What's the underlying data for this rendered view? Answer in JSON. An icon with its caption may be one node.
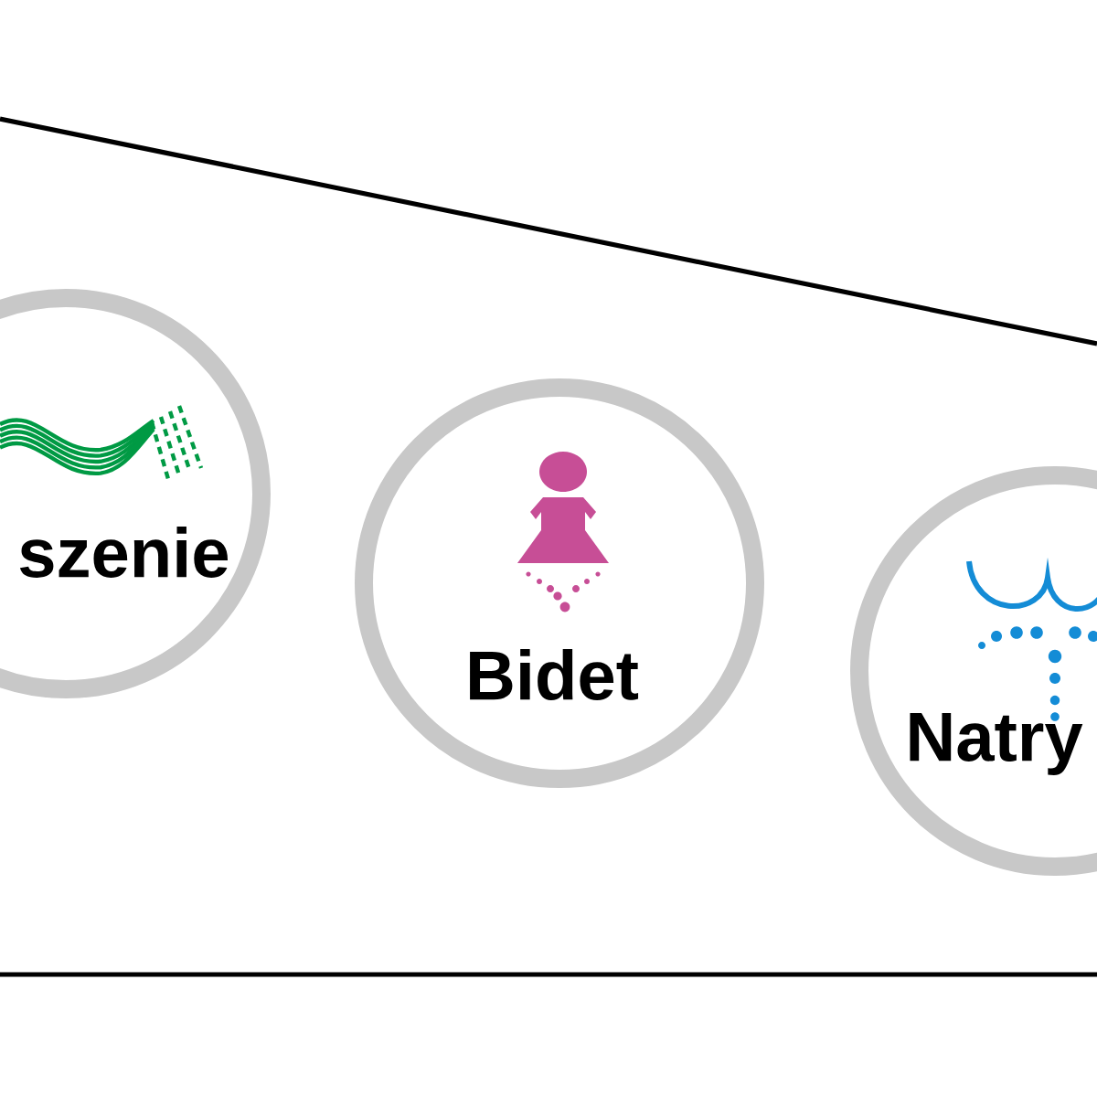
{
  "diagram": {
    "nodes": [
      {
        "text": [
          "szenie"
        ]
      },
      {
        "text": [
          "Bidet"
        ]
      },
      {
        "text": [
          "Natry"
        ]
      }
    ]
  }
}
